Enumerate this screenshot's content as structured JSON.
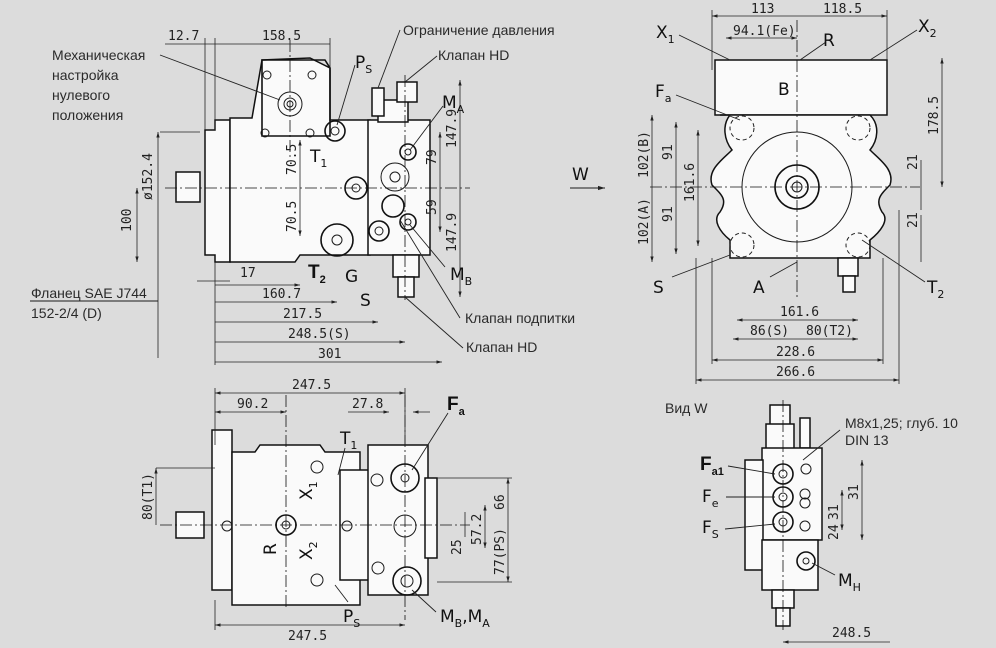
{
  "background": "#dcdcdc",
  "views": {
    "side": {
      "dims_top": [
        "12.7",
        "158.5"
      ],
      "dims_vertical_left": [
        "ø152.4",
        "100"
      ],
      "dims_center": [
        "70.5",
        "70.5"
      ],
      "dims_right": [
        "147.9",
        "79",
        "59",
        "147.9"
      ],
      "dims_bottom": [
        "17",
        "160.7",
        "217.5",
        "248.5(S)",
        "301"
      ],
      "ports": {
        "ps": "P",
        "ps_sub": "S",
        "t1": "T",
        "t1_sub": "1",
        "t2": "T",
        "t2_sub": "2",
        "ma": "M",
        "ma_sub": "A",
        "mb": "M",
        "mb_sub": "B",
        "g": "G",
        "s": "S"
      },
      "callouts": {
        "zero_adjust": [
          "Механическая",
          "настройка",
          "нулевого",
          "положения"
        ],
        "pressure_limit": "Ограничение давления",
        "hd_valve_top": "Клапан HD",
        "boost_valve": "Клапан подпитки",
        "hd_valve_bottom": "Клапан HD",
        "flange_line1": "Фланец SAE J744",
        "flange_line2": "152-2/4 (D)"
      }
    },
    "front": {
      "view_arrow": "W",
      "dims_top": [
        "113",
        "118.5",
        "94.1(Fe)"
      ],
      "dims_left": [
        "102(B)",
        "91",
        "161.6",
        "102(A)",
        "91"
      ],
      "dims_right": [
        "178.5",
        "21",
        "21"
      ],
      "dims_bottom": [
        "161.6",
        "86(S)",
        "80(T2)",
        "228.6",
        "266.6"
      ],
      "ports": {
        "x1": "X",
        "x1_sub": "1",
        "x2": "X",
        "x2_sub": "2",
        "r": "R",
        "b": "B",
        "a": "A",
        "fa": "F",
        "fa_sub": "a",
        "s": "S",
        "t2": "T",
        "t2_sub": "2"
      }
    },
    "top": {
      "dims_top": [
        "247.5",
        "90.2",
        "27.8"
      ],
      "dims_left": [
        "80(T1)"
      ],
      "dims_right": [
        "66",
        "57.2",
        "25",
        "77(PS)"
      ],
      "dims_bottom": [
        "247.5"
      ],
      "ports": {
        "t1": "T",
        "t1_sub": "1",
        "fa": "F",
        "fa_sub": "a",
        "x1": "X",
        "x1_sub": "1",
        "x2": "X",
        "x2_sub": "2",
        "r": "R",
        "ps": "P",
        "ps_sub": "S",
        "mbma": "M",
        "mbma_sub1": "B",
        "mbma_mid": ",M",
        "mbma_sub2": "A"
      }
    },
    "view_w": {
      "title": "Вид W",
      "thread_note_line1": "M8x1,25; глуб. 10",
      "thread_note_line2": "DIN 13",
      "dims_right": [
        "31",
        "31",
        "24"
      ],
      "dims_bottom": [
        "248.5"
      ],
      "ports": {
        "fa1": "F",
        "fa1_sub": "a1",
        "fe": "F",
        "fe_sub": "e",
        "fs": "F",
        "fs_sub": "S",
        "mh": "M",
        "mh_sub": "H"
      }
    }
  }
}
